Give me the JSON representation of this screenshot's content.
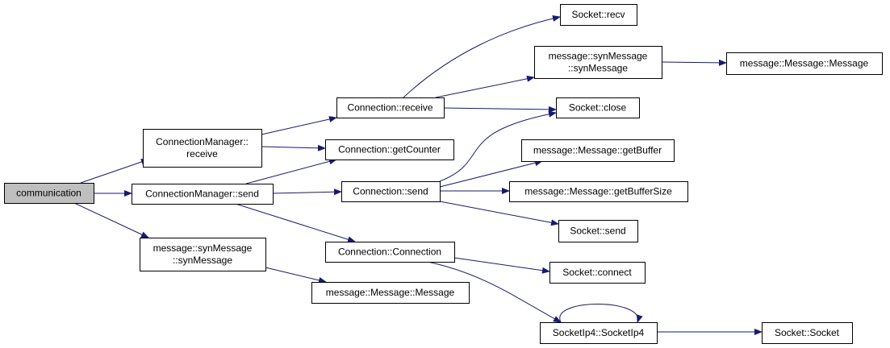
{
  "colors": {
    "edge": "#191970",
    "root_fill": "#bfbfbf",
    "node_fill": "#ffffff",
    "node_stroke": "#000000"
  },
  "nodes": [
    {
      "id": "communication",
      "lines": [
        "communication"
      ],
      "root": true
    },
    {
      "id": "cm_receive",
      "lines": [
        "ConnectionManager::",
        "receive"
      ]
    },
    {
      "id": "cm_send",
      "lines": [
        "ConnectionManager::send"
      ]
    },
    {
      "id": "syn1",
      "lines": [
        "message::synMessage",
        "::synMessage"
      ]
    },
    {
      "id": "conn_receive",
      "lines": [
        "Connection::receive"
      ]
    },
    {
      "id": "conn_getcounter",
      "lines": [
        "Connection::getCounter"
      ]
    },
    {
      "id": "conn_send",
      "lines": [
        "Connection::send"
      ]
    },
    {
      "id": "conn_connection",
      "lines": [
        "Connection::Connection"
      ]
    },
    {
      "id": "msg_message1",
      "lines": [
        "message::Message::Message"
      ]
    },
    {
      "id": "sock_recv",
      "lines": [
        "Socket::recv"
      ]
    },
    {
      "id": "syn2",
      "lines": [
        "message::synMessage",
        "::synMessage"
      ]
    },
    {
      "id": "msg_message2",
      "lines": [
        "message::Message::Message"
      ]
    },
    {
      "id": "sock_close",
      "lines": [
        "Socket::close"
      ]
    },
    {
      "id": "msg_getbuffer",
      "lines": [
        "message::Message::getBuffer"
      ]
    },
    {
      "id": "msg_getbuffersize",
      "lines": [
        "message::Message::getBufferSize"
      ]
    },
    {
      "id": "sock_send",
      "lines": [
        "Socket::send"
      ]
    },
    {
      "id": "sock_connect",
      "lines": [
        "Socket::connect"
      ]
    },
    {
      "id": "sockip4",
      "lines": [
        "SocketIp4::SocketIp4"
      ]
    },
    {
      "id": "sock_socket",
      "lines": [
        "Socket::Socket"
      ]
    }
  ],
  "edges": [
    {
      "from": "communication",
      "to": "cm_receive"
    },
    {
      "from": "communication",
      "to": "cm_send"
    },
    {
      "from": "communication",
      "to": "syn1"
    },
    {
      "from": "cm_receive",
      "to": "conn_receive"
    },
    {
      "from": "cm_receive",
      "to": "conn_getcounter"
    },
    {
      "from": "cm_send",
      "to": "conn_getcounter"
    },
    {
      "from": "cm_send",
      "to": "conn_send"
    },
    {
      "from": "cm_send",
      "to": "conn_connection"
    },
    {
      "from": "syn1",
      "to": "msg_message1"
    },
    {
      "from": "conn_receive",
      "to": "sock_recv"
    },
    {
      "from": "conn_receive",
      "to": "syn2"
    },
    {
      "from": "conn_receive",
      "to": "sock_close"
    },
    {
      "from": "syn2",
      "to": "msg_message2"
    },
    {
      "from": "conn_send",
      "to": "sock_close"
    },
    {
      "from": "conn_send",
      "to": "msg_getbuffer"
    },
    {
      "from": "conn_send",
      "to": "msg_getbuffersize"
    },
    {
      "from": "conn_send",
      "to": "sock_send"
    },
    {
      "from": "conn_connection",
      "to": "sock_connect"
    },
    {
      "from": "conn_connection",
      "to": "sockip4"
    },
    {
      "from": "sockip4",
      "to": "sockip4"
    },
    {
      "from": "sockip4",
      "to": "sock_socket"
    }
  ]
}
